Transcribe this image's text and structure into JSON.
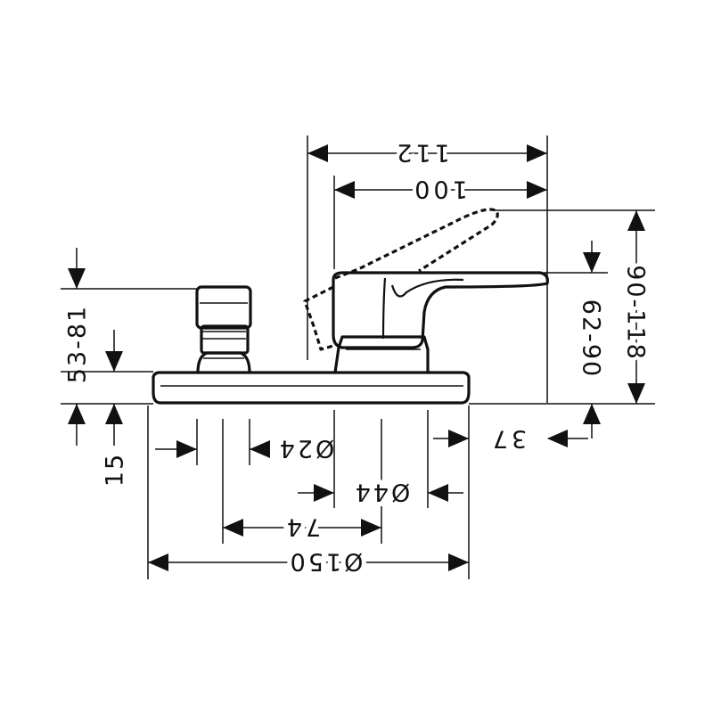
{
  "dimensions": {
    "overall_width": "112",
    "spout_width": "100",
    "spout_height_range": "62-90",
    "lever_height_range": "90-118",
    "diverter_height_range": "53-81",
    "plate_thickness": "15",
    "spout_offset": "37",
    "diverter_diameter": "Ø24",
    "body_diameter": "Ø44",
    "center_distance": "74",
    "plate_diameter": "Ø150"
  }
}
